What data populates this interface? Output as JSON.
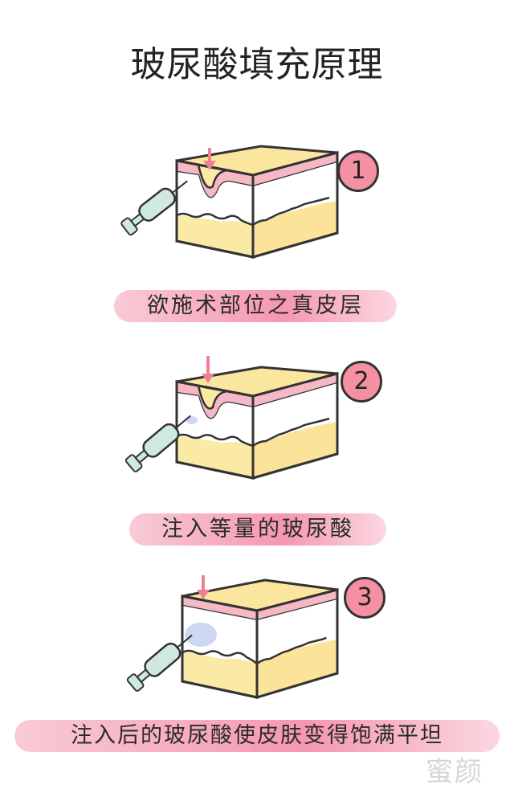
{
  "title": "玻尿酸填充原理",
  "steps": [
    {
      "number": "1",
      "caption": "欲施术部位之真皮层"
    },
    {
      "number": "2",
      "caption": "注入等量的玻尿酸"
    },
    {
      "number": "3",
      "caption": "注入后的玻尿酸使皮肤变得饱满平坦"
    }
  ],
  "watermark": "蜜颜",
  "colors": {
    "epidermis_pink": "#f6b8c4",
    "dermis_white": "#ffffff",
    "fat_yellow": "#fbe9a6",
    "top_yellow": "#fbe6a0",
    "badge_pink": "#f490a1",
    "arrow_pink": "#f07f93",
    "syringe_teal": "#cfe9e2",
    "filler_blue": "#cdd8f2",
    "outline": "#333333"
  },
  "icons": {
    "skin_block": "skin-block-icon",
    "syringe": "syringe-icon",
    "arrow": "down-arrow-icon"
  }
}
